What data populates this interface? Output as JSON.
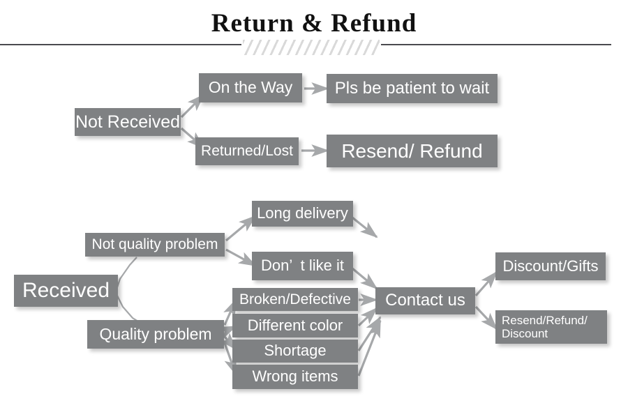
{
  "header": {
    "title": "Return & Refund",
    "divider_icon": "diagonal-hatch-divider"
  },
  "diagram": {
    "type": "flowchart",
    "accent_color": "#7f8183",
    "text_color": "#ffffff",
    "branches": [
      {
        "id": "not-received",
        "root": "Not Received",
        "paths": [
          {
            "condition": "On the Way",
            "outcome": "Pls be patient to wait"
          },
          {
            "condition": "Returned/Lost",
            "outcome": "Resend/ Refund"
          }
        ]
      },
      {
        "id": "received",
        "root": "Received",
        "paths": [
          {
            "condition": "Not quality problem",
            "reasons": [
              "Long delivery",
              "Don’  t like it"
            ]
          },
          {
            "condition": "Quality problem",
            "reasons": [
              "Broken/Defective",
              "Different color",
              "Shortage",
              "Wrong items"
            ]
          }
        ],
        "hub": "Contact us",
        "outcomes": [
          "Discount/Gifts",
          "Resend/Refund/\nDiscount"
        ]
      }
    ]
  },
  "nodes": {
    "not_received": "Not Received",
    "on_the_way": "On the Way",
    "pls_be_patient": "Pls be patient to wait",
    "returned_lost": "Returned/Lost",
    "resend_refund": "Resend/ Refund",
    "received": "Received",
    "not_quality_problem": "Not quality problem",
    "quality_problem": "Quality problem",
    "long_delivery": "Long delivery",
    "dont_like_it": "Don’  t like it",
    "broken_defective": "Broken/Defective",
    "different_color": "Different color",
    "shortage": "Shortage",
    "wrong_items": "Wrong items",
    "contact_us": "Contact us",
    "discount_gifts": "Discount/Gifts",
    "resend_refund_discount": "Resend/Refund/\nDiscount"
  }
}
